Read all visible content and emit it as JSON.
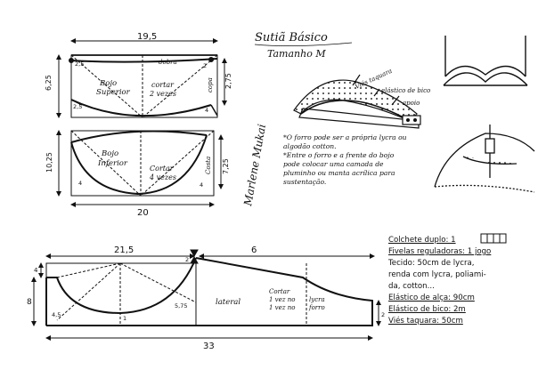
{
  "title": {
    "line1": "Sutiã Básico",
    "line2": "Tamanho M"
  },
  "signature": "Marlene Mukai",
  "top_piece": {
    "width": "19,5",
    "left_h": "6,25",
    "right_h": "2,75",
    "name1": "Bojo",
    "name2": "Superior",
    "cut1": "cortar",
    "cut2": "2 vezes",
    "edge": "copa",
    "mark_l": "2,5",
    "mark_r": "2",
    "fold": "dobra",
    "small1": "2,5",
    "small2": "4"
  },
  "mid_piece": {
    "width": "20",
    "left_h": "10,25",
    "right_h": "7,25",
    "name1": "Bojo",
    "name2": "Inferior",
    "cut1": "Cortar",
    "cut2": "4 vezes",
    "edge": "Costa",
    "small1": "4",
    "small2": "4"
  },
  "band": {
    "top_left": "21,5",
    "top_right": "6",
    "bottom": "33",
    "left_h": "8",
    "left_small": "4",
    "diag_l": "4,5",
    "diag_r": "5,75",
    "mid_mark": "1",
    "peak": "2",
    "right_h": "2",
    "lateral": "lateral",
    "cut": [
      "Cortar",
      "1 vez no",
      "1 vez no"
    ],
    "fabric": [
      "lycra",
      "forro"
    ]
  },
  "bra_labels": {
    "strap": "Viés taquara",
    "wire": "elástico de bico",
    "padding": "apoio"
  },
  "notes": [
    "*O forro pode ser a própria lycra ou algodão cotton.",
    "*Entre o forro e a frente do bojo pode colocar uma camada de pluminho ou manta acrílica para sustentação."
  ],
  "materials": {
    "clasp": "Colchete duplo: 1",
    "regulators": "Fivelas reguladoras: 1 jogo",
    "fabric_1": "Tecido: 50cm de lycra,",
    "fabric_2": "renda com lycra, poliami-",
    "fabric_3": "da, cotton...",
    "strap_elastic": "Elástico de alça: 90cm",
    "edge_elastic": "Elástico de bico: 2m",
    "bias": "Viés taquara: 50cm"
  }
}
